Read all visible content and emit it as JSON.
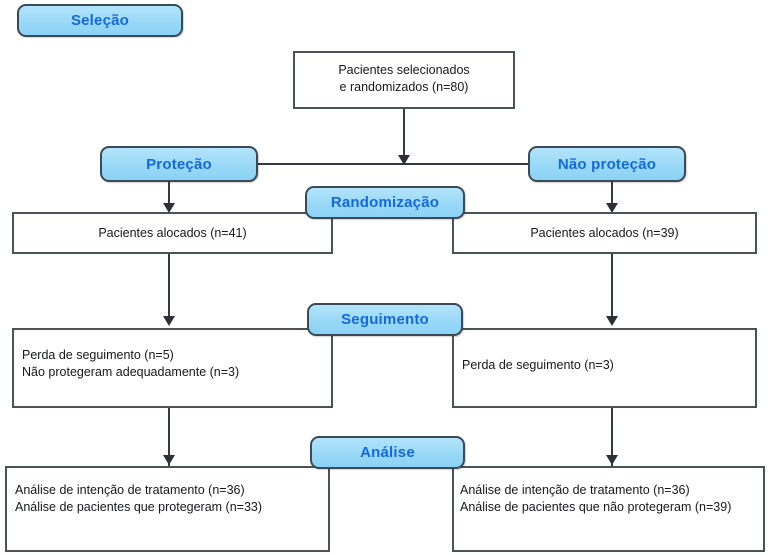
{
  "diagram": {
    "title": "Fluxograma CONSORT do estudo",
    "type": "flowchart",
    "language": "pt-BR",
    "colors": {
      "stage_fill": "#9ad9f7",
      "stage_border": "#3a4a57",
      "stage_text": "#1569e0",
      "box_border": "#4b5258",
      "box_fill": "#ffffff",
      "box_text": "#17181a",
      "connector": "#333a40"
    },
    "stages": [
      {
        "id": "selecao",
        "label": "Seleção"
      },
      {
        "id": "randomizacao",
        "label": "Randomização"
      },
      {
        "id": "seguimento",
        "label": "Seguimento"
      },
      {
        "id": "analise",
        "label": "Análise"
      }
    ],
    "nodes": {
      "enrollment": {
        "line1": "Pacientes selecionados",
        "line2": "e randomizados (n=80)",
        "n": 80
      },
      "arm_left": {
        "label": "Proteção"
      },
      "arm_right": {
        "label": "Não proteção"
      },
      "allocation_left": {
        "line1": "Pacientes alocados (n=41)",
        "n": 41
      },
      "allocation_right": {
        "line1": "Pacientes alocados (n=39)",
        "n": 39
      },
      "followup_left": {
        "line1": "Perda de seguimento (n=5)",
        "line2": "Não protegeram adequadamente (n=3)",
        "lost": 5,
        "non_adherent": 3
      },
      "followup_right": {
        "line1": "Perda de seguimento (n=3)",
        "lost": 3
      },
      "analysis_left": {
        "line1": "Análise de intenção de tratamento (n=36)",
        "line2": "Análise de pacientes que protegeram (n=33)",
        "itt": 36,
        "per_protocol": 33
      },
      "analysis_right": {
        "line1": "Análise de intenção de tratamento (n=36)",
        "line2": "Análise de pacientes que não protegeram (n=39)",
        "itt": 36,
        "per_protocol": 39
      }
    }
  }
}
